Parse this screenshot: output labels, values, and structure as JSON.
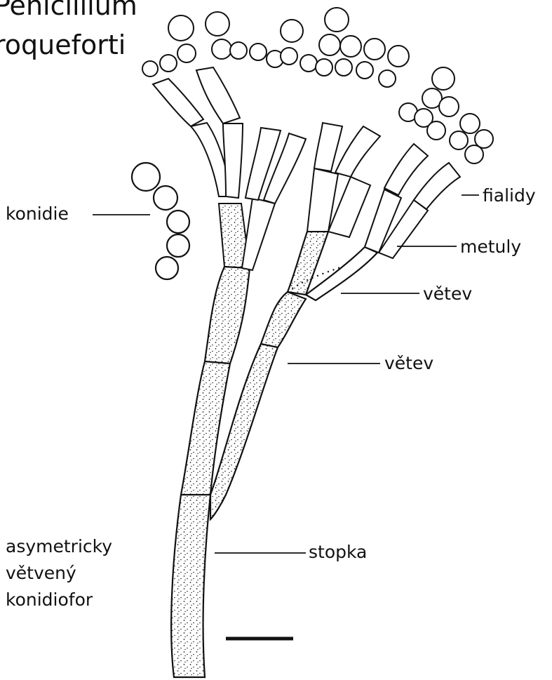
{
  "title": {
    "line1": "Penicillium",
    "line2": "roqueforti"
  },
  "labels": {
    "konidie": "konidie",
    "fialidy": "fialidy",
    "metuly": "metuly",
    "vetev_upper": "větev",
    "vetev_lower": "větev",
    "stopka": "stopka"
  },
  "caption": {
    "line1": "asymetricky",
    "line2": "větvený",
    "line3": "konidiofor"
  }
}
